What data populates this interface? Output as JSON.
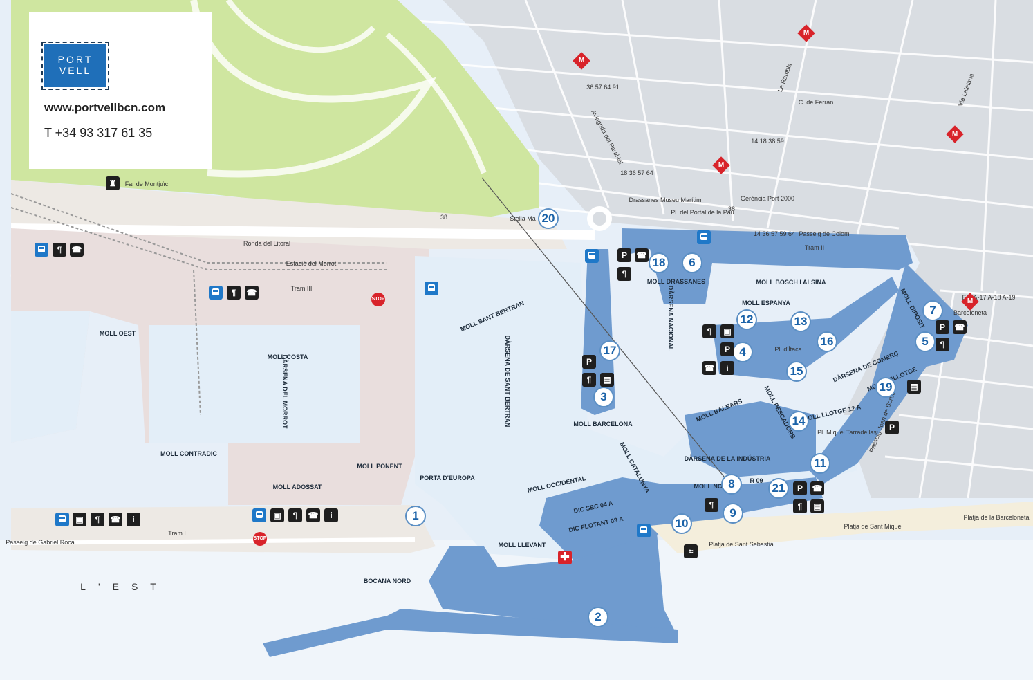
{
  "logo": {
    "line1": "PORT",
    "line2": "VELL"
  },
  "website": "www.portvellbcn.com",
  "phone": "T +34 93 317 61 35",
  "labels": {
    "ronda": "Ronda del Litoral",
    "estacio": "Estació del Morrot",
    "tram3": "Tram III",
    "tram2": "Tram II",
    "tram1": "Tram I",
    "passeig_colom": "Passeig de Colom",
    "passeig_gabriel": "Passeig de Gabriel Roca",
    "far": "Far de Montjuïc",
    "moll_oest": "MOLL OEST",
    "moll_costa": "MOLL COSTA",
    "darsena_morrot": "DÀRSENA DEL MORROT",
    "moll_sant_bertran": "MOLL SANT BERTRAN",
    "darsena_sant_bertran": "DÀRSENA DE SANT BERTRAN",
    "moll_contradic": "MOLL CONTRADIC",
    "moll_ponent": "MOLL PONENT",
    "porta_europa": "PORTA D'EUROPA",
    "moll_adossat": "MOLL ADOSSAT",
    "moll_barcelona": "MOLL BARCELONA",
    "moll_catalunya": "MOLL CATALUNYA",
    "moll_occidental": "MOLL OCCIDENTAL",
    "dic_sec": "DIC SEC 04 A",
    "dic_flotant": "DIC FLOTANT 03 A",
    "moll_llevant": "MOLL LLEVANT",
    "bocana_nord": "BOCANA NORD",
    "l_est": "L'EST",
    "moll_drassanes": "MOLL DRASSANES",
    "darsena_nacional": "DÀRSENA NACIONAL",
    "moll_bosch": "MOLL BOSCH I ALSINA",
    "moll_espanya": "MOLL ESPANYA",
    "pl_itaca": "Pl. d'Ítaca",
    "moll_diposit": "MOLL DIPÒSIT",
    "darsena_comerc": "DÀRSENA DE COMERÇ",
    "moll_baleares": "MOLL BALEARS",
    "moll_pescadors": "MOLL PESCADORS",
    "moll_llotge": "MOLL LLOTGE 12 A",
    "moll_rellotge": "MOLL RELLOTGE",
    "darsena_industria": "DÀRSENA DE LA INDÚSTRIA",
    "moll_nou": "MOLL NOU 08 A",
    "moll_r09": "R 09",
    "pl_miquel": "Pl. Miquel Tarradellas",
    "passeig_borbo": "Passeig Joan de Borbó",
    "platja_sebastia": "Platja de Sant Sebastià",
    "platja_miquel": "Platja de Sant Miquel",
    "platja_barceloneta": "Platja de la Barceloneta",
    "drassanes": "Drassanes Museu Marítim",
    "pl_portal": "Pl. del Portal de la Pau",
    "gerencia": "Gerència Port 2000",
    "av_parallel": "Avinguda del Paral·lel",
    "la_rambla": "La Rambla",
    "c_ferran": "C. de Ferran",
    "via_laietana": "Via Laietana",
    "stella_maris": "Stella Ma",
    "barceloneta": "Barceloneta",
    "highways": "E-9 A-17 A-18 A-19",
    "bus_38": "38",
    "bus_list": "36 57 64 91",
    "bus_list2": "18 36 57 64",
    "bus_list3": "14 18 38 59",
    "bus_list4": "14 36 57 59 64"
  },
  "metro": [
    "M",
    "M",
    "M",
    "M",
    "M"
  ],
  "points": [
    "1",
    "2",
    "3",
    "4",
    "5",
    "6",
    "7",
    "8",
    "9",
    "10",
    "11",
    "12",
    "13",
    "14",
    "15",
    "16",
    "17",
    "18",
    "19",
    "20",
    "21"
  ],
  "icons": {
    "parking": "P",
    "info": "i",
    "stop": "STOP"
  },
  "colors": {
    "water": "#e3eef8",
    "park": "#cfe6a0",
    "quay": "#6f9bcf",
    "city": "#ffffff",
    "industrial": "#e9dedd"
  }
}
